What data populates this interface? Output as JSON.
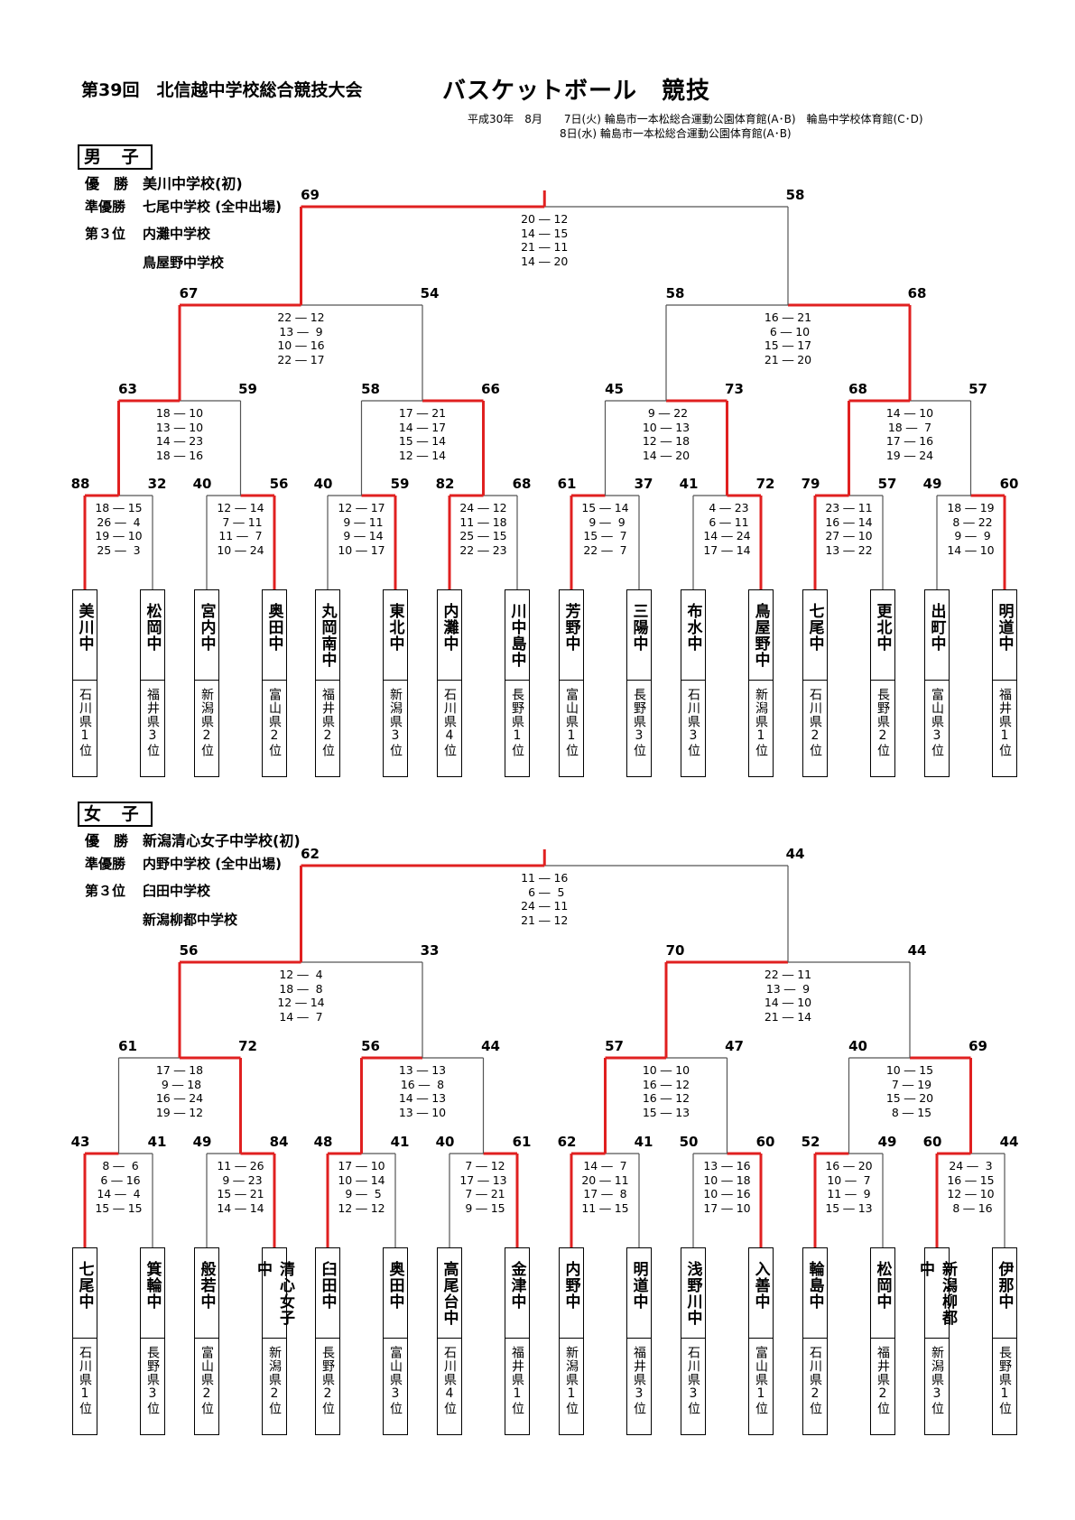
{
  "header": {
    "title": "第39回　北信越中学校総合競技大会",
    "sport": "バスケットボール　競技",
    "venue_line1": "平成30年　8月　　7日(火)  輪島市一本松総合運動公園体育館(A･B)　輪島中学校体育館(C･D)",
    "venue_line2": "8日(水)  輪島市一本松総合運動公園体育館(A･B)"
  },
  "colors": {
    "win": "#e02020",
    "lose": "#555555"
  },
  "boys": {
    "label": "男 子",
    "awards": {
      "champ_label": "優　勝",
      "champ": "美川中学校(初)",
      "runner_label": "準優勝",
      "runner": "七尾中学校 (全中出場)",
      "third_label": "第３位",
      "third1": "内灘中学校",
      "third2": "鳥屋野中学校"
    },
    "teams": [
      {
        "name": "美川中",
        "pref": "石川県1位"
      },
      {
        "name": "松岡中",
        "pref": "福井県3位"
      },
      {
        "name": "宮内中",
        "pref": "新潟県2位"
      },
      {
        "name": "奥田中",
        "pref": "富山県2位"
      },
      {
        "name": "丸岡南中",
        "pref": "福井県2位"
      },
      {
        "name": "東北中",
        "pref": "新潟県3位"
      },
      {
        "name": "内灘中",
        "pref": "石川県4位"
      },
      {
        "name": "川中島中",
        "pref": "長野県1位"
      },
      {
        "name": "芳野中",
        "pref": "富山県1位"
      },
      {
        "name": "三陽中",
        "pref": "長野県3位"
      },
      {
        "name": "布水中",
        "pref": "石川県3位"
      },
      {
        "name": "鳥屋野中",
        "pref": "新潟県1位"
      },
      {
        "name": "七尾中",
        "pref": "石川県2位"
      },
      {
        "name": "更北中",
        "pref": "長野県2位"
      },
      {
        "name": "出町中",
        "pref": "富山県3位"
      },
      {
        "name": "明道中",
        "pref": "福井県1位"
      }
    ],
    "r1": [
      {
        "s1": "88",
        "s2": "32",
        "w": 0,
        "sets": "18 ― 15\n26 ―  4\n19 ― 10\n25 ―  3"
      },
      {
        "s1": "40",
        "s2": "56",
        "w": 1,
        "sets": "12 ― 14\n 7 ― 11\n11 ―  7\n10 ― 24"
      },
      {
        "s1": "40",
        "s2": "59",
        "w": 1,
        "sets": "12 ― 17\n 9 ― 11\n 9 ― 14\n10 ― 17"
      },
      {
        "s1": "82",
        "s2": "68",
        "w": 0,
        "sets": "24 ― 12\n11 ― 18\n25 ― 15\n22 ― 23"
      },
      {
        "s1": "61",
        "s2": "37",
        "w": 0,
        "sets": "15 ― 14\n 9 ―  9\n15 ―  7\n22 ―  7"
      },
      {
        "s1": "41",
        "s2": "72",
        "w": 1,
        "sets": " 4 ― 23\n 6 ― 11\n14 ― 24\n17 ― 14"
      },
      {
        "s1": "79",
        "s2": "57",
        "w": 0,
        "sets": "23 ― 11\n16 ― 14\n27 ― 10\n13 ― 22"
      },
      {
        "s1": "49",
        "s2": "60",
        "w": 1,
        "sets": "18 ― 19\n 8 ― 22\n 9 ―  9\n14 ― 10"
      }
    ],
    "r2": [
      {
        "s1": "63",
        "s2": "59",
        "w": 0,
        "sets": "18 ― 10\n13 ― 10\n14 ― 23\n18 ― 16"
      },
      {
        "s1": "58",
        "s2": "66",
        "w": 1,
        "sets": "17 ― 21\n14 ― 17\n15 ― 14\n12 ― 14"
      },
      {
        "s1": "45",
        "s2": "73",
        "w": 1,
        "sets": " 9 ― 22\n10 ― 13\n12 ― 18\n14 ― 20"
      },
      {
        "s1": "68",
        "s2": "57",
        "w": 0,
        "sets": "14 ― 10\n18 ―  7\n17 ― 16\n19 ― 24"
      }
    ],
    "r3": [
      {
        "s1": "67",
        "s2": "54",
        "w": 0,
        "sets": "22 ― 12\n13 ―  9\n10 ― 16\n22 ― 17"
      },
      {
        "s1": "58",
        "s2": "68",
        "w": 1,
        "sets": "16 ― 21\n 6 ― 10\n15 ― 17\n21 ― 20"
      }
    ],
    "final": {
      "s1": "69",
      "s2": "58",
      "w": 0,
      "sets": "20 ― 12\n14 ― 15\n21 ― 11\n14 ― 20"
    }
  },
  "girls": {
    "label": "女 子",
    "awards": {
      "champ_label": "優　勝",
      "champ": "新潟清心女子中学校(初)",
      "runner_label": "準優勝",
      "runner": "内野中学校 (全中出場)",
      "third_label": "第３位",
      "third1": "臼田中学校",
      "third2": "新潟柳都中学校"
    },
    "teams": [
      {
        "name": "七尾中",
        "pref": "石川県1位"
      },
      {
        "name": "箕輪中",
        "pref": "長野県3位"
      },
      {
        "name": "般若中",
        "pref": "富山県2位"
      },
      {
        "name": "清心女子中",
        "pref": "新潟県2位"
      },
      {
        "name": "臼田中",
        "pref": "長野県2位"
      },
      {
        "name": "奥田中",
        "pref": "富山県3位"
      },
      {
        "name": "高尾台中",
        "pref": "石川県4位"
      },
      {
        "name": "金津中",
        "pref": "福井県1位"
      },
      {
        "name": "内野中",
        "pref": "新潟県1位"
      },
      {
        "name": "明道中",
        "pref": "福井県3位"
      },
      {
        "name": "浅野川中",
        "pref": "石川県3位"
      },
      {
        "name": "入善中",
        "pref": "富山県1位"
      },
      {
        "name": "輪島中",
        "pref": "石川県2位"
      },
      {
        "name": "松岡中",
        "pref": "福井県2位"
      },
      {
        "name": "新潟柳都中",
        "pref": "新潟県3位"
      },
      {
        "name": "伊那中",
        "pref": "長野県1位"
      }
    ],
    "r1": [
      {
        "s1": "43",
        "s2": "41",
        "w": 0,
        "sets": " 8 ―  6\n 6 ― 16\n14 ―  4\n15 ― 15"
      },
      {
        "s1": "49",
        "s2": "84",
        "w": 1,
        "sets": "11 ― 26\n 9 ― 23\n15 ― 21\n14 ― 14"
      },
      {
        "s1": "48",
        "s2": "41",
        "w": 0,
        "sets": "17 ― 10\n10 ― 14\n 9 ―  5\n12 ― 12"
      },
      {
        "s1": "40",
        "s2": "61",
        "w": 1,
        "sets": " 7 ― 12\n17 ― 13\n 7 ― 21\n 9 ― 15"
      },
      {
        "s1": "62",
        "s2": "41",
        "w": 0,
        "sets": "14 ―  7\n20 ― 11\n17 ―  8\n11 ― 15"
      },
      {
        "s1": "50",
        "s2": "60",
        "w": 1,
        "sets": "13 ― 16\n10 ― 18\n10 ― 16\n17 ― 10"
      },
      {
        "s1": "52",
        "s2": "49",
        "w": 0,
        "sets": "16 ― 20\n10 ―  7\n11 ―  9\n15 ― 13"
      },
      {
        "s1": "60",
        "s2": "44",
        "w": 0,
        "sets": "24 ―  3\n16 ― 15\n12 ― 10\n 8 ― 16"
      }
    ],
    "r2": [
      {
        "s1": "61",
        "s2": "72",
        "w": 1,
        "sets": "17 ― 18\n 9 ― 18\n16 ― 24\n19 ― 12"
      },
      {
        "s1": "56",
        "s2": "44",
        "w": 0,
        "sets": "13 ― 13\n16 ―  8\n14 ― 13\n13 ― 10"
      },
      {
        "s1": "57",
        "s2": "47",
        "w": 0,
        "sets": "10 ― 10\n16 ― 12\n16 ― 12\n15 ― 13"
      },
      {
        "s1": "40",
        "s2": "69",
        "w": 1,
        "sets": "10 ― 15\n 7 ― 19\n15 ― 20\n 8 ― 15"
      }
    ],
    "r3": [
      {
        "s1": "56",
        "s2": "33",
        "w": 0,
        "sets": "12 ―  4\n18 ―  8\n12 ― 14\n14 ―  7"
      },
      {
        "s1": "70",
        "s2": "44",
        "w": 0,
        "sets": "22 ― 11\n13 ―  9\n14 ― 10\n21 ― 14"
      }
    ],
    "final": {
      "s1": "62",
      "s2": "44",
      "w": 0,
      "sets": "11 ― 16\n 6 ―  5\n24 ― 11\n21 ― 12"
    }
  }
}
